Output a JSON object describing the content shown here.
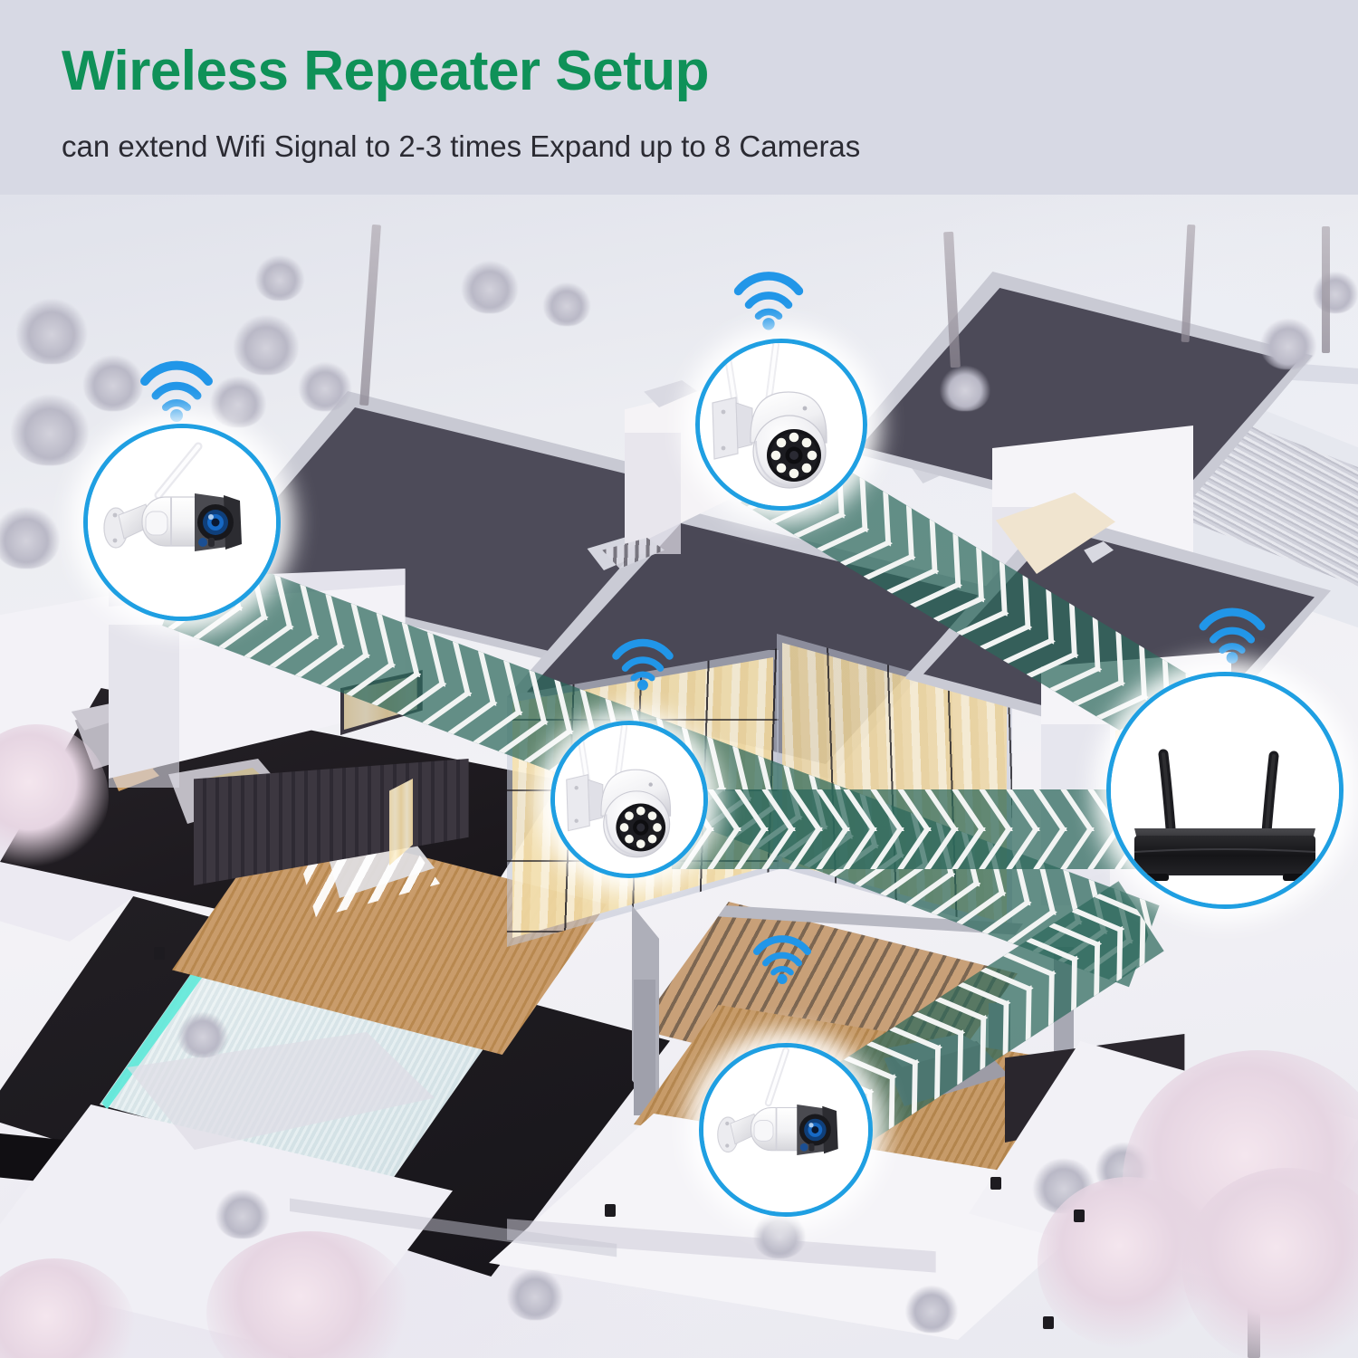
{
  "header": {
    "title": "Wireless Repeater Setup",
    "subtitle": "can extend Wifi Signal to 2-3 times Expand up to 8 Cameras",
    "title_color": "#0f9158",
    "subtitle_color": "#2b2b33",
    "background_color": "#d7d9e4"
  },
  "scene": {
    "description": "Isometric snow-covered modern villa with wireless security camera network",
    "ground_color": "#eceef5",
    "roof_color": "#4b4a58",
    "wall_color": "#f4f3f7",
    "deck_color": "#c99c6b",
    "pool_deck_color": "#1d1a1e",
    "pool_led_color": "#5fe6d8",
    "beam_color": "#2d685c",
    "beam_arrow_color": "#f2f4f3",
    "wifi_color": "#2196e8",
    "bubble_ring_color": "#1f9fe2"
  },
  "devices": [
    {
      "id": "camera-1",
      "type": "bullet-camera",
      "label": "Bullet Camera (Top Left)",
      "icon": "bullet-camera-icon",
      "wifi_icon": "wifi-signal-icon",
      "bubble_ring_color": "#1f9fe2"
    },
    {
      "id": "camera-2",
      "type": "ptz-dome-camera",
      "label": "PTZ Dome Camera (Roof)",
      "icon": "ptz-dome-camera-icon",
      "wifi_icon": "wifi-signal-icon",
      "bubble_ring_color": "#1f9fe2"
    },
    {
      "id": "camera-3",
      "type": "ptz-dome-camera",
      "label": "PTZ Dome Camera (Facade)",
      "icon": "ptz-dome-camera-icon",
      "wifi_icon": "wifi-signal-icon",
      "bubble_ring_color": "#1f9fe2"
    },
    {
      "id": "camera-4",
      "type": "bullet-camera",
      "label": "Bullet Camera (Patio)",
      "icon": "bullet-camera-icon",
      "wifi_icon": "wifi-signal-icon",
      "bubble_ring_color": "#1f9fe2"
    },
    {
      "id": "nvr-1",
      "type": "nvr-receiver",
      "label": "Wireless NVR Receiver",
      "icon": "nvr-router-icon",
      "wifi_icon": "wifi-signal-icon",
      "bubble_ring_color": "#1f9fe2"
    }
  ],
  "signal_beams": [
    {
      "id": "beam-1",
      "from": "camera-1",
      "to": "nvr-1",
      "label": "Repeated signal path 1"
    },
    {
      "id": "beam-2",
      "from": "camera-2",
      "to": "nvr-1",
      "label": "Repeated signal path 2"
    },
    {
      "id": "beam-3",
      "from": "camera-3",
      "to": "nvr-1",
      "label": "Repeated signal path 3"
    },
    {
      "id": "beam-4",
      "from": "camera-4",
      "to": "nvr-1",
      "label": "Repeated signal path 4"
    }
  ],
  "wifi_markers": [
    {
      "id": "wifi-1",
      "label": "Wifi signal above bullet camera 1"
    },
    {
      "id": "wifi-2",
      "label": "Wifi signal above roof dome camera"
    },
    {
      "id": "wifi-3",
      "label": "Wifi signal above facade dome camera"
    },
    {
      "id": "wifi-4",
      "label": "Wifi signal above NVR receiver"
    },
    {
      "id": "wifi-5",
      "label": "Wifi signal above pergola"
    }
  ]
}
